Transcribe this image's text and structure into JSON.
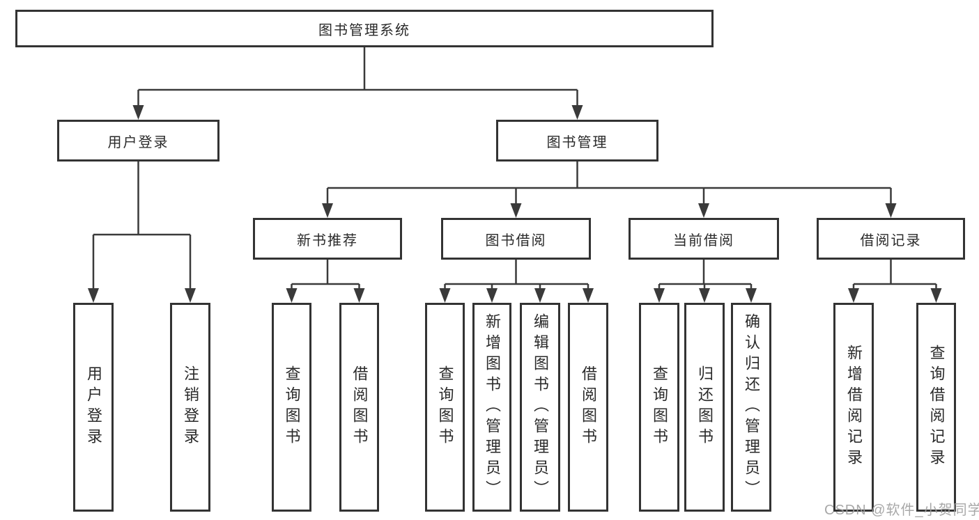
{
  "colors": {
    "background": "#ffffff",
    "box_border": "#333333",
    "box_fill": "#ffffff",
    "line": "#3a3a3a",
    "text": "#2a2a2a",
    "watermark": "#9e9e9e"
  },
  "diagram": {
    "type": "hierarchy-tree",
    "root": {
      "label": "图书管理系统"
    },
    "branches": [
      {
        "label": "用户登录",
        "children": [
          {
            "label": "用户登录"
          },
          {
            "label": "注销登录"
          }
        ]
      },
      {
        "label": "图书管理",
        "children": [
          {
            "label": "新书推荐",
            "children": [
              {
                "label": "查询图书"
              },
              {
                "label": "借阅图书"
              }
            ]
          },
          {
            "label": "图书借阅",
            "children": [
              {
                "label": "查询图书"
              },
              {
                "label": "新增图书（管理员）"
              },
              {
                "label": "编辑图书（管理员）"
              },
              {
                "label": "借阅图书"
              }
            ]
          },
          {
            "label": "当前借阅",
            "children": [
              {
                "label": "查询图书"
              },
              {
                "label": "归还图书"
              },
              {
                "label": "确认归还（管理员）"
              }
            ]
          },
          {
            "label": "借阅记录",
            "children": [
              {
                "label": "新增借阅记录"
              },
              {
                "label": "查询借阅记录"
              }
            ]
          }
        ]
      }
    ]
  },
  "watermark": {
    "text": "CSDN @软件_小贺同学"
  }
}
